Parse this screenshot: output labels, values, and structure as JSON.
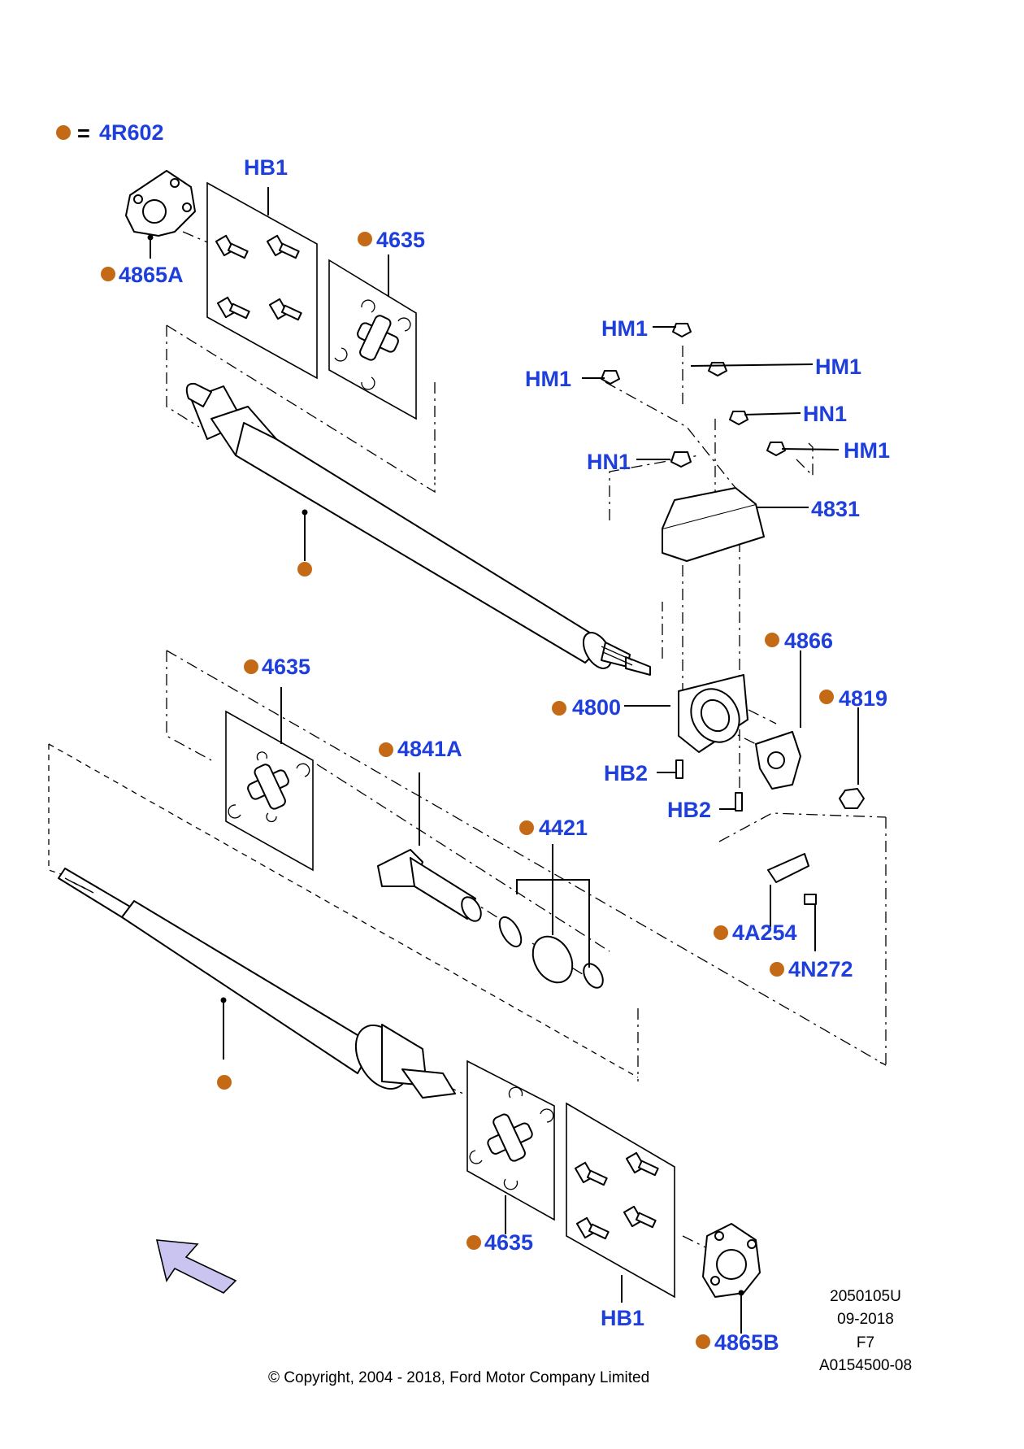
{
  "legend": {
    "symbol": "=",
    "code": "4R602"
  },
  "labels": {
    "hb1_top": "HB1",
    "u4635_top": "4635",
    "u4865a": "4865A",
    "hm1_a": "HM1",
    "hm1_b": "HM1",
    "hm1_c": "HM1",
    "hm1_d": "HM1",
    "hn1_a": "HN1",
    "hn1_b": "HN1",
    "u4831": "4831",
    "u4866": "4866",
    "u4819": "4819",
    "u4800": "4800",
    "hb2_a": "HB2",
    "hb2_b": "HB2",
    "u4635_mid": "4635",
    "u4841a": "4841A",
    "u4421": "4421",
    "u4a254": "4A254",
    "u4n272": "4N272",
    "u4635_bot": "4635",
    "hb1_bot": "HB1",
    "u4865b": "4865B"
  },
  "meta": {
    "ref": "2050105U",
    "date": "09-2018",
    "code": "F7",
    "id": "A0154500-08",
    "copyright": "© Copyright, 2004 - 2018, Ford Motor Company Limited"
  },
  "colors": {
    "label": "#1f3fdc",
    "dot": "#c46a17",
    "arrow_fill": "#c9c4f0"
  }
}
